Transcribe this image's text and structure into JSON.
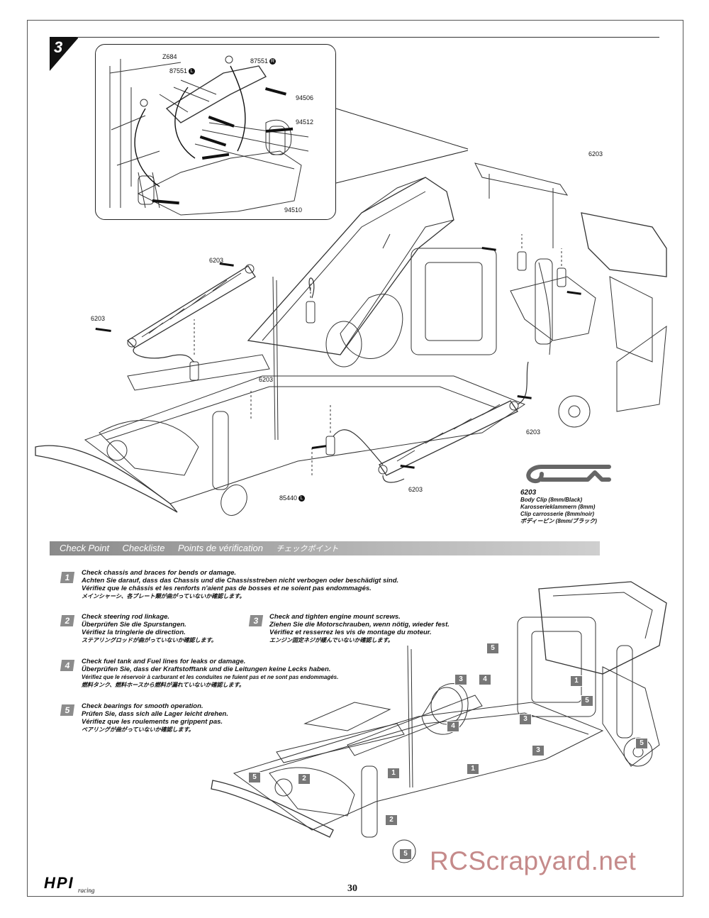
{
  "step": {
    "number": "3"
  },
  "inset_labels": {
    "z684": "Z684",
    "p87551_left": "87551",
    "p87551_left_dot": "L",
    "p87551_right": "87551",
    "p87551_right_dot": "R",
    "p94506": "94506",
    "p94512": "94512",
    "p94510": "94510"
  },
  "main_labels": {
    "c6203_a": "6203",
    "c6203_b": "6203",
    "c6203_c": "6203",
    "c6203_d": "6203",
    "c6203_e": "6203",
    "c6203_f": "6203",
    "p85440": "85440",
    "p85440_dot": "L"
  },
  "clip_part": {
    "number": "6203",
    "en": "Body Clip (8mm/Black)",
    "de": "Karosserieklammern (8mm)",
    "fr": "Clip carrosserie (8mm/noir)",
    "jp": "ボディーピン (8mm/ブラック)"
  },
  "checkpoint": {
    "title_en": "Check Point",
    "title_de": "Checkliste",
    "title_fr": "Points de vérification",
    "title_jp": "チェックポイント"
  },
  "checks": [
    {
      "num": "1",
      "en": "Check chassis and braces for bends or damage.",
      "de": "Achten Sie darauf, dass das Chassis und die Chassisstreben nicht verbogen oder beschädigt sind.",
      "fr": "Vérifiez que le châssis et les renforts n'aient pas de bosses et ne soient pas endommagés.",
      "jp": "メインシャーシ、各プレート類が曲がっていないか確認します。"
    },
    {
      "num": "2",
      "en": "Check steering rod linkage.",
      "de": "Überprüfen Sie die Spurstangen.",
      "fr": "Vérifiez la tringlerie de direction.",
      "jp": "ステアリングロッドが曲がっていないか確認します。"
    },
    {
      "num": "3",
      "en": "Check and tighten engine mount screws.",
      "de": "Ziehen Sie die Motorschrauben, wenn nötig, wieder fest.",
      "fr": "Vérifiez et resserrez les vis de montage du moteur.",
      "jp": "エンジン固定ネジが緩んでいないか確認します。"
    },
    {
      "num": "4",
      "en": "Check fuel tank and Fuel lines for leaks or damage.",
      "de": "Überprüfen Sie, dass der Kraftstofftank und die Leitungen keine Lecks haben.",
      "fr": "Vérifiez que le réservoir à carburant et les conduites ne fuient pas et ne sont pas endommagés.",
      "jp": "燃料タンク、燃料ホースから燃料が漏れていないか確認します。"
    },
    {
      "num": "5",
      "en": "Check bearings for smooth operation.",
      "de": "Prüfen Sie, dass sich alle Lager leicht drehen.",
      "fr": "Vérifiez que les roulements ne grippent pas.",
      "jp": "ベアリングが曲がっていないか確認します。"
    }
  ],
  "tags": {
    "t5a": "5",
    "t3a": "3",
    "t4a": "4",
    "t1a": "1",
    "t5b": "5",
    "t4b": "4",
    "t3b": "3",
    "t3c": "3",
    "t5c": "5",
    "t1b": "1",
    "t1c": "1",
    "t5d": "5",
    "t2a": "2",
    "t2b": "2",
    "t5e": "5"
  },
  "footer": {
    "page_number": "30",
    "logo": "HPI",
    "logo_sub": "racing",
    "watermark": "RCScrapyard.net"
  },
  "colors": {
    "checkbar": "#9a9a9a",
    "number_box": "#8c8c8c",
    "watermark": "#c58a8a"
  }
}
